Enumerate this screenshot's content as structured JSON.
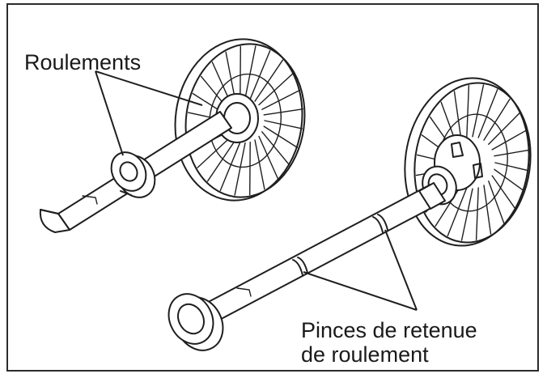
{
  "labels": {
    "bearings": "Roulements",
    "retaining_clips_line1": "Pinces de retenue",
    "retaining_clips_line2": "de roulement"
  },
  "colors": {
    "line": "#1e1e1e",
    "background": "#ffffff",
    "frame": "#2b2b2b"
  }
}
